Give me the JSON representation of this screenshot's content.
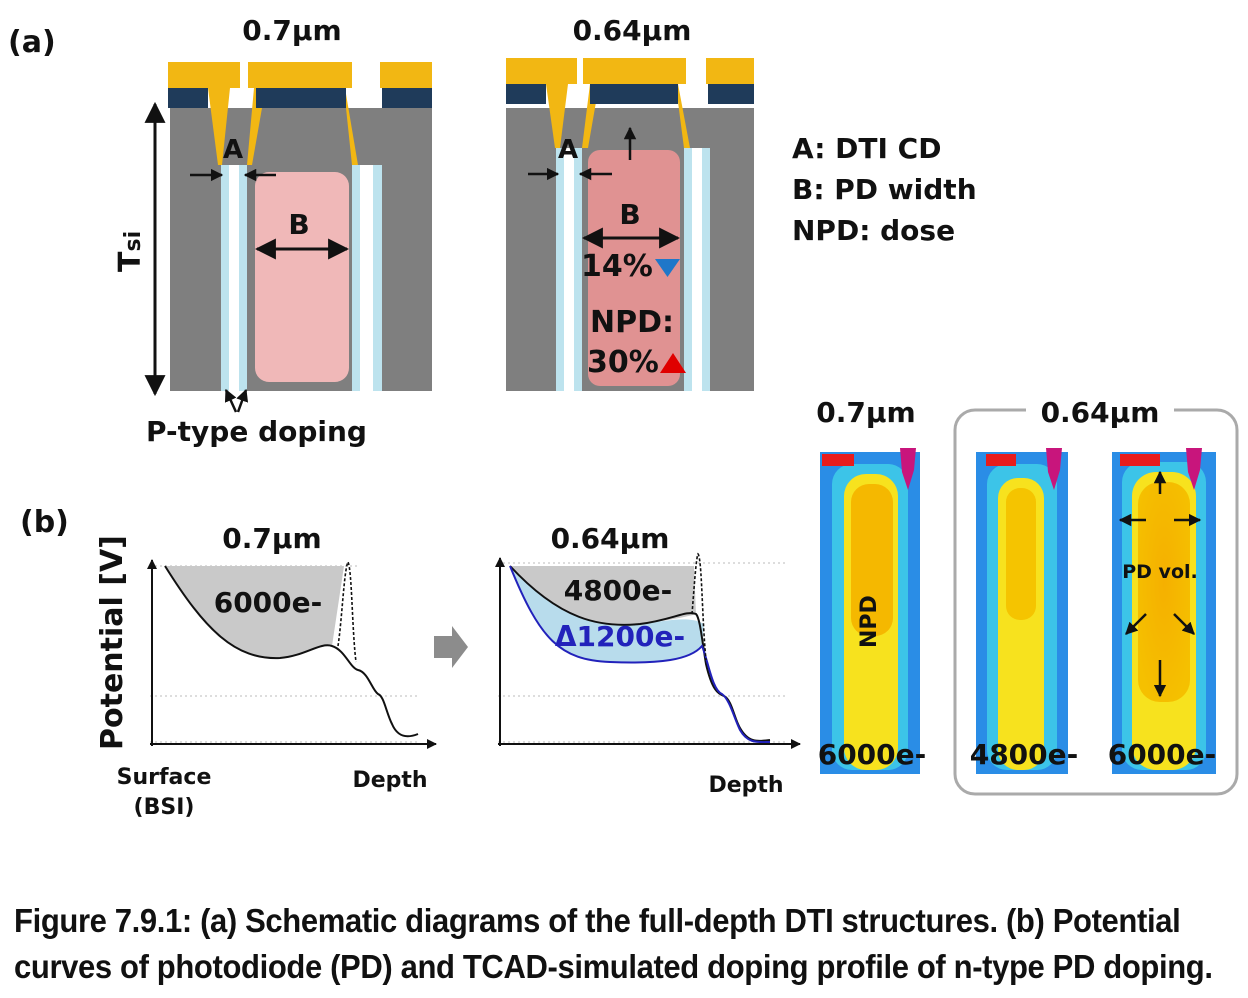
{
  "panel_a": {
    "label": "(a)",
    "left_title": "0.7µm",
    "right_title": "0.64µm",
    "tsi_label": "T",
    "tsi_sub": "si",
    "label_A_left": "A",
    "label_B_left": "B",
    "label_A_right": "A",
    "label_B_right": "B",
    "pd_width_change": "14%",
    "npd_label": "NPD:",
    "npd_change": "30%",
    "p_type_label": "P-type doping",
    "legend": [
      "A: DTI CD",
      "B: PD width",
      "NPD: dose"
    ],
    "colors": {
      "silicon": "#7f7f7f",
      "gate": "#f2b713",
      "dark_layer": "#1f3b5a",
      "dti_liner": "#bde3ee",
      "pd": "#f0b8b8",
      "pd_dense": "#e09292",
      "down_arrow": "#1f77c9",
      "up_arrow": "#e00000"
    }
  },
  "panel_b": {
    "label": "(b)",
    "y_axis_label": "Potential [V]",
    "x_surface": "Surface",
    "x_surface_sub": "(BSI)",
    "left_title": "0.7µm",
    "left_value": "6000e-",
    "left_xlabel": "Depth",
    "right_title": "0.64µm",
    "right_value": "4800e-",
    "right_delta": "Δ1200e-",
    "right_xlabel": "Depth",
    "colors": {
      "well_fill": "#c9c9c9",
      "delta_fill": "#b8dcec",
      "delta_curve": "#2222bb",
      "arrow": "#8c8c8c"
    }
  },
  "tcad": {
    "title_left": "0.7µm",
    "title_group": "0.64µm",
    "npd_label": "NPD",
    "pd_vol_label": "PD vol.",
    "values": [
      "6000e-",
      "4800e-",
      "6000e-"
    ],
    "colors": {
      "outer": "#2a8de6",
      "cyan": "#3cc4e8",
      "yellow": "#f7e21e",
      "orange": "#f5b800",
      "red": "#e81c1c",
      "magenta": "#c8157c"
    }
  },
  "caption": {
    "line1": "Figure 7.9.1: (a) Schematic diagrams of the full-depth DTI structures. (b) Potential",
    "line2": "curves of photodiode (PD) and TCAD-simulated doping profile of n-type PD doping."
  }
}
